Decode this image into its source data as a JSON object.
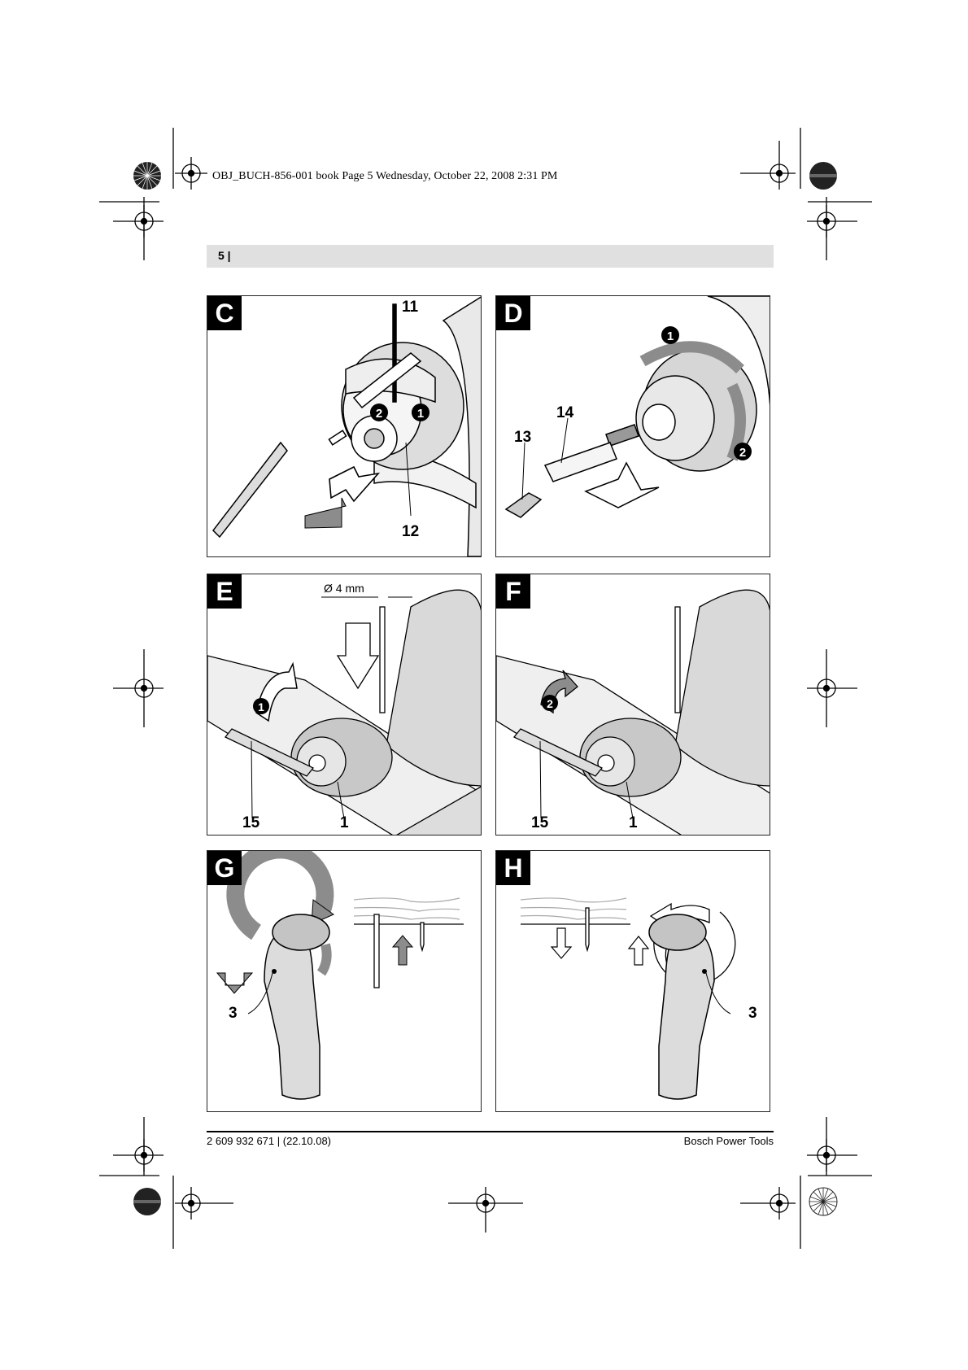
{
  "print_header": "OBJ_BUCH-856-001 book  Page 5  Wednesday, October 22, 2008  2:31 PM",
  "page_number": "5 |",
  "panels": {
    "C": {
      "label": "C",
      "callouts": [
        "11",
        "12"
      ],
      "steps": [
        "2",
        "1"
      ]
    },
    "D": {
      "label": "D",
      "callouts": [
        "14",
        "13"
      ],
      "steps": [
        "1",
        "2"
      ]
    },
    "E": {
      "label": "E",
      "dimension": "Ø 4 mm",
      "callouts": [
        "15",
        "1"
      ],
      "steps": [
        "1"
      ]
    },
    "F": {
      "label": "F",
      "callouts": [
        "15",
        "1"
      ],
      "steps": [
        "2"
      ]
    },
    "G": {
      "label": "G",
      "callouts": [
        "3"
      ]
    },
    "H": {
      "label": "H",
      "callouts": [
        "3"
      ]
    }
  },
  "footer": {
    "left": "2 609 932 671 | (22.10.08)",
    "right": "Bosch Power Tools"
  },
  "colors": {
    "band": "#e0e0e0",
    "arrow_grey": "#8c8c8c",
    "ink": "#000000"
  }
}
